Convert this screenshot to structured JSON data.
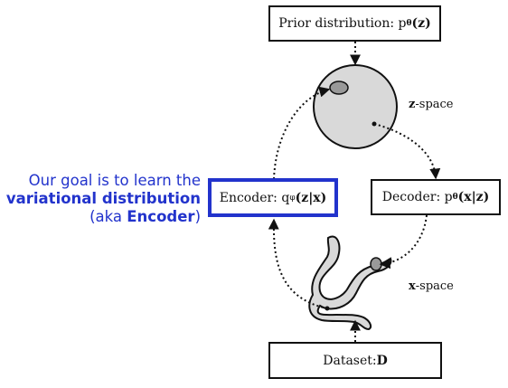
{
  "goal_text": {
    "line1": "Our goal is to learn the",
    "line2_bold": "variational distribution",
    "line3_prefix": "(aka ",
    "line3_bold": "Encoder",
    "line3_suffix": ")"
  },
  "boxes": {
    "prior": {
      "text": "Prior distribution: p",
      "sub": "θ",
      "arg": "(z)"
    },
    "encoder": {
      "text": "Encoder: q",
      "sub": "φ",
      "arg": "(z|x)"
    },
    "decoder": {
      "text": "Decoder: p",
      "sub": "θ",
      "arg": "(x|z)"
    },
    "dataset": {
      "text": "Dataset: ",
      "bold": "D"
    }
  },
  "labels": {
    "z_space": {
      "bold": "z",
      "rest": "-space"
    },
    "x_space": {
      "bold": "x",
      "rest": "-space"
    }
  },
  "colors": {
    "highlight": "#2233cc",
    "sphere": "#d9d9d9",
    "blob": "#999999"
  }
}
